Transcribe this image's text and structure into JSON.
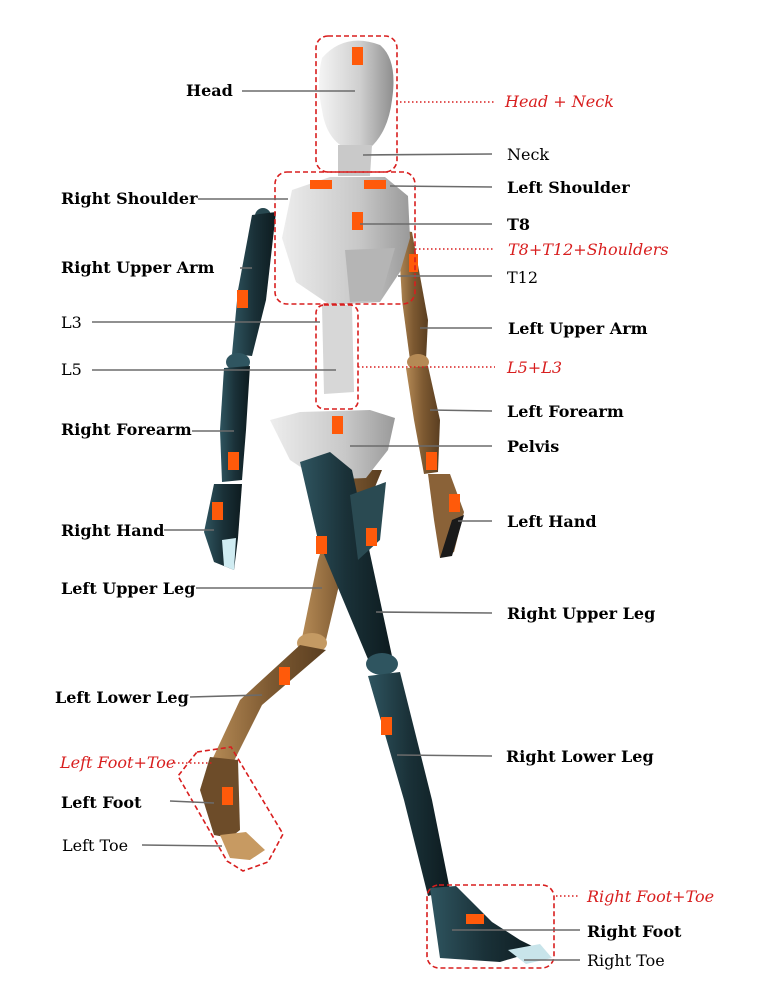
{
  "labels": {
    "head": "Head",
    "neck": "Neck",
    "right_shoulder": "Right Shoulder",
    "left_shoulder": "Left Shoulder",
    "t8": "T8",
    "right_upper_arm": "Right Upper Arm",
    "t12": "T12",
    "l3": "L3",
    "left_upper_arm": "Left Upper Arm",
    "l5": "L5",
    "right_forearm": "Right Forearm",
    "left_forearm": "Left Forearm",
    "pelvis": "Pelvis",
    "right_hand": "Right Hand",
    "left_hand": "Left Hand",
    "left_upper_leg": "Left Upper Leg",
    "right_upper_leg": "Right Upper Leg",
    "left_lower_leg": "Left Lower Leg",
    "right_lower_leg": "Right Lower Leg",
    "left_foot": "Left Foot",
    "left_toe": "Left Toe",
    "right_foot": "Right Foot",
    "right_toe": "Right Toe"
  },
  "groups": {
    "head_neck": "Head + Neck",
    "torso": "T8+T12+Shoulders",
    "lumbar": "L5+L3",
    "left_foot_toe": "Left Foot+Toe",
    "right_foot_toe": "Right Foot+Toe"
  },
  "colors": {
    "group_highlight": "#d81e1e",
    "sensor": "#ff5a0a",
    "right_limb": "#1f3a42",
    "left_limb": "#8a6238",
    "torso": "#d9d9d9"
  }
}
